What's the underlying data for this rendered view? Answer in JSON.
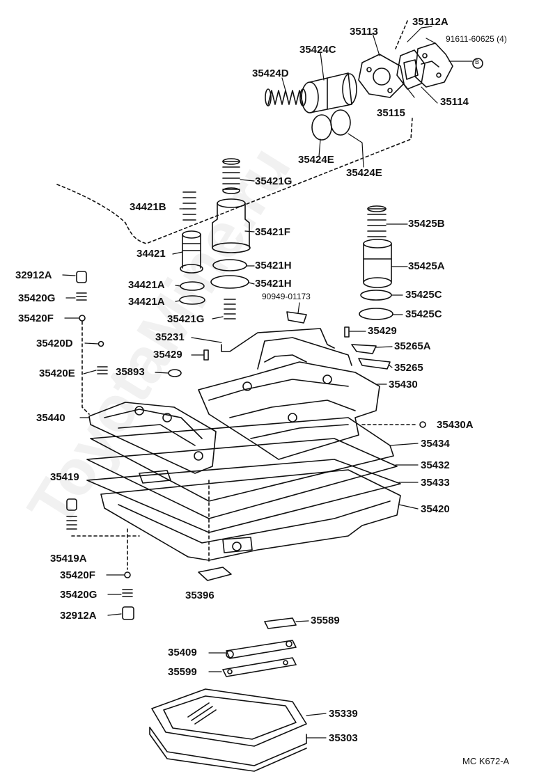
{
  "parts": {
    "p35112A": "35112A",
    "p35113": "35113",
    "p91611": "91611-60625 (4)",
    "circleB": "B",
    "p35424C": "35424C",
    "p35424D": "35424D",
    "p35115": "35115",
    "p35114": "35114",
    "p35424E_a": "35424E",
    "p35424E_b": "35424E",
    "p35421G_a": "35421G",
    "p34421B": "34421B",
    "p35421F": "35421F",
    "p35425B": "35425B",
    "p34421": "34421",
    "p35421H_a": "35421H",
    "p35425A": "35425A",
    "p32912A_a": "32912A",
    "p34421A_a": "34421A",
    "p35421H_b": "35421H",
    "p35420G_a": "35420G",
    "p34421A_b": "34421A",
    "p35425C_a": "35425C",
    "p90949": "90949-01173",
    "p35420F_a": "35420F",
    "p35421G_b": "35421G",
    "p35425C_b": "35425C",
    "p35429_a": "35429",
    "p35420D": "35420D",
    "p35231": "35231",
    "p35265A": "35265A",
    "p35429_b": "35429",
    "p35265": "35265",
    "p35420E": "35420E",
    "p35893": "35893",
    "p35430": "35430",
    "p35440": "35440",
    "p35430A": "35430A",
    "p35434": "35434",
    "p35432": "35432",
    "p35419": "35419",
    "p35433": "35433",
    "p35420": "35420",
    "p35419A": "35419A",
    "p35420F_b": "35420F",
    "p35396": "35396",
    "p35420G_b": "35420G",
    "p32912A_b": "32912A",
    "p35589": "35589",
    "p35409": "35409",
    "p35599": "35599",
    "p35339": "35339",
    "p35303": "35303"
  },
  "footer": {
    "code": "MC  K672-A"
  },
  "watermark": "ToyotaMine.ru",
  "colors": {
    "ink": "#111111",
    "paper": "#ffffff"
  }
}
